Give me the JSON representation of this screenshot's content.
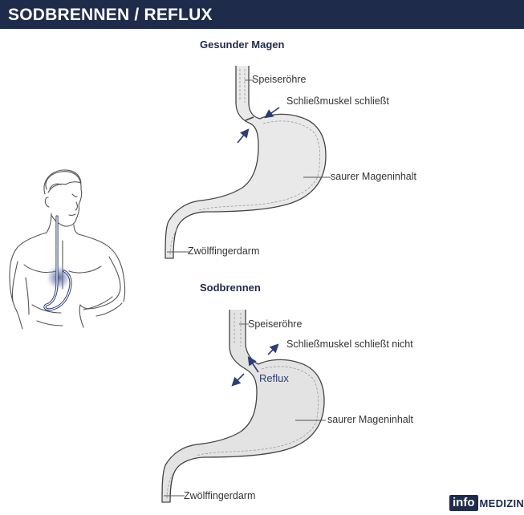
{
  "header": {
    "title": "SODBRENNEN / REFLUX"
  },
  "healthy": {
    "title": "Gesunder Magen",
    "labels": {
      "esophagus": "Speiseröhre",
      "sphincter": "Schließmuskel schließt",
      "stomach_content": "saurer Mageninhalt",
      "duodenum": "Zwölffingerdarm"
    }
  },
  "heartburn": {
    "title": "Sodbrennen",
    "labels": {
      "esophagus": "Speiseröhre",
      "sphincter": "Schließmuskel schließt nicht",
      "reflux": "Reflux",
      "stomach_content": "saurer Mageninhalt",
      "duodenum": "Zwölffingerdarm"
    }
  },
  "logo": {
    "part1": "info",
    "part2": "MEDIZIN"
  },
  "colors": {
    "brand": "#1f2b4a",
    "arrow": "#2e3d73",
    "stomach_fill": "#e9e9e9"
  }
}
